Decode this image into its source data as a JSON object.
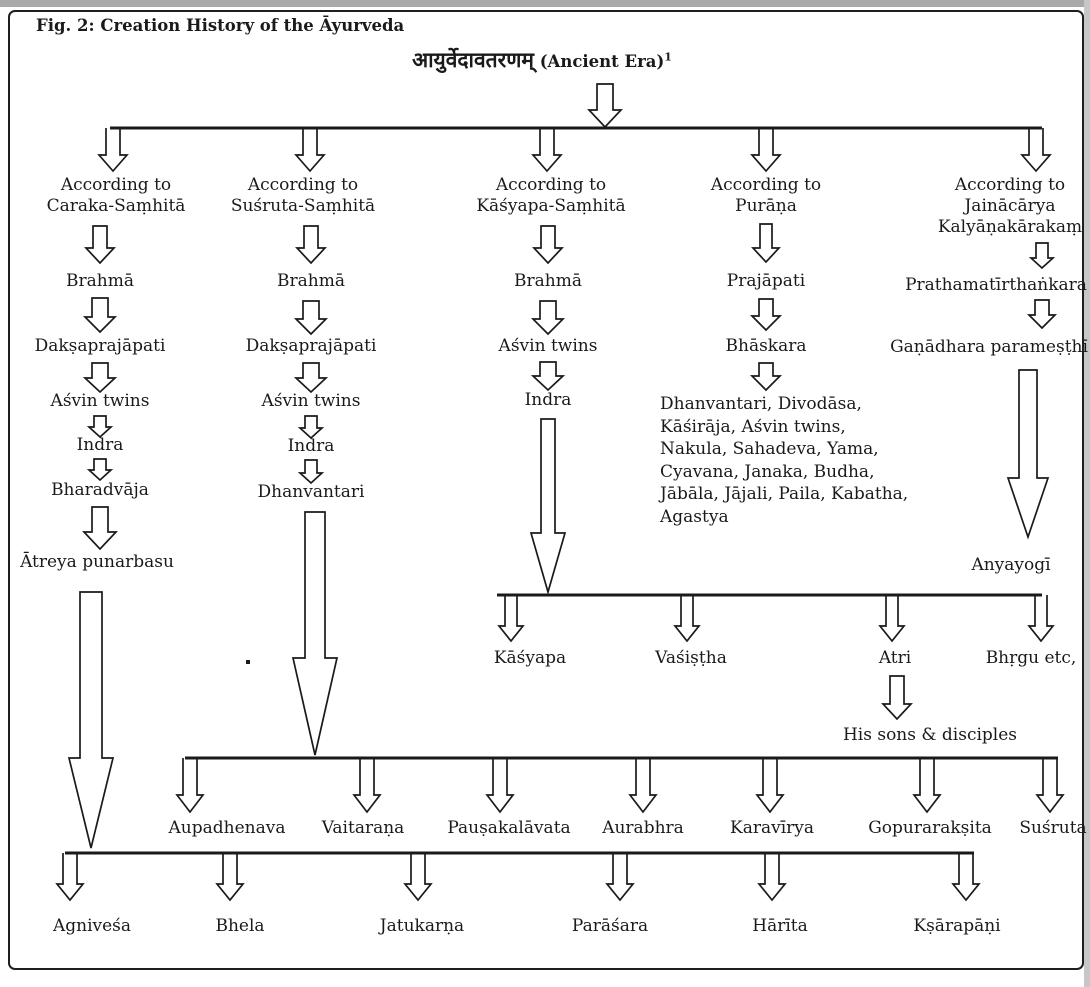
{
  "figure": {
    "title": "Fig. 2: Creation History of the Āyurveda"
  },
  "root": {
    "devanagari": "आयुर्वेदावतरणम्",
    "latin": " (Ancient Era)",
    "sup": "1"
  },
  "branches": [
    {
      "heading": [
        "According to",
        "Caraka-Saṃhitā"
      ],
      "chain": [
        "Brahmā",
        "Dakṣaprajāpati",
        "Aśvin twins",
        "Indra",
        "Bharadvāja",
        "Ātreya punarbasu"
      ]
    },
    {
      "heading": [
        "According to",
        "Suśruta-Saṃhitā"
      ],
      "chain": [
        "Brahmā",
        "Dakṣaprajāpati",
        "Aśvin twins",
        "Indra",
        "Dhanvantari"
      ]
    },
    {
      "heading": [
        "According to",
        "Kāśyapa-Saṃhitā"
      ],
      "chain": [
        "Brahmā",
        "Aśvin twins",
        "Indra"
      ]
    },
    {
      "heading": [
        "According to",
        "Purāṇa"
      ],
      "chain": [
        "Prajāpati",
        "Bhāskara"
      ],
      "list_lines": [
        "Dhanvantari, Divodāsa,",
        "Kāśirāja, Aśvin twins,",
        "Nakula, Sahadeva, Yama,",
        "Cyavana, Janaka, Budha,",
        "Jābāla, Jājali, Paila, Kabatha,",
        " Agastya"
      ]
    },
    {
      "heading": [
        "According to",
        "Jainācārya",
        "Kalyāṇakārakaṃ"
      ],
      "chain": [
        "Prathamatīrthaṅkara",
        "Gaṇādhara parameṣṭhī",
        "Anyayogī"
      ]
    }
  ],
  "indra_descendants": [
    "Kāśyapa",
    "Vaśiṣṭha",
    "Atri",
    "Bhṛgu etc,"
  ],
  "atri_note": "His sons & disciples",
  "dhanvantari_disciples": [
    "Aupadhenava",
    "Vaitaraṇa",
    "Pauṣakalāvata",
    "Aurabhra",
    "Karavīrya",
    "Gopurarakṣita",
    "Suśruta"
  ],
  "atreya_disciples": [
    "Agniveśa",
    "Bhela",
    "Jatukarṇa",
    "Parāśara",
    "Hārīta",
    "Kṣārapāṇi"
  ]
}
